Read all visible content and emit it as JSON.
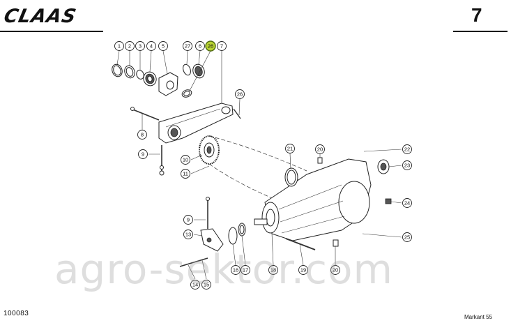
{
  "header": {
    "brand_logo_text": "CLAAS",
    "page_number": "7"
  },
  "footer": {
    "document_number": "100083",
    "model": "Markant 55"
  },
  "watermark": {
    "text": "agro-sektor.com"
  },
  "callouts": [
    "1",
    "2",
    "3",
    "4",
    "5",
    "27",
    "6",
    "26",
    "7",
    "26",
    "8",
    "9",
    "10",
    "11",
    "21",
    "20",
    "22",
    "23",
    "24",
    "25",
    "9",
    "13",
    "16",
    "17",
    "18",
    "19",
    "20",
    "14",
    "15"
  ],
  "highlight_color": "#b7d232"
}
